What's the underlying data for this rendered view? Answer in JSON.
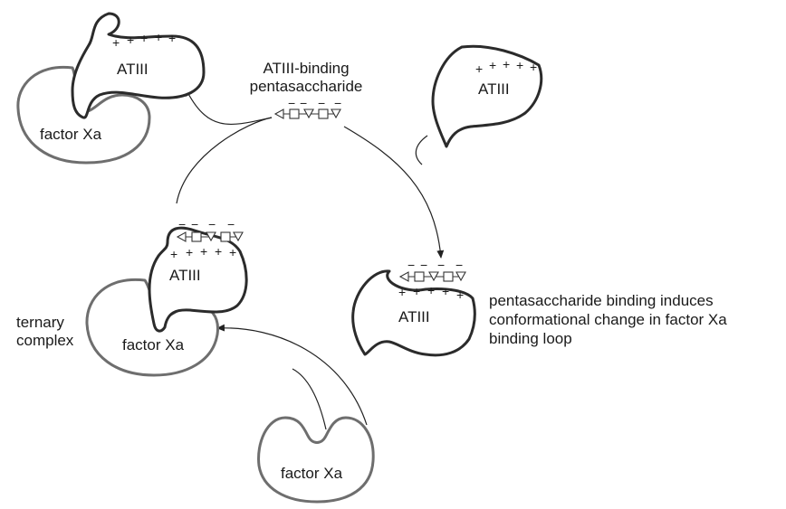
{
  "labels": {
    "atiii_free": "ATIII",
    "pentasaccharide_line1": "ATIII-binding",
    "pentasaccharide_line2": "pentasaccharide",
    "atiii_bound": "ATIII",
    "induces_line1": "pentasaccharide binding induces",
    "induces_line2": "conformational change in factor Xa",
    "induces_line3": "binding loop",
    "factor_xa_free": "factor Xa",
    "ternary_line1": "ternary",
    "ternary_line2": "complex",
    "atiii_ternary": "ATIII",
    "factor_xa_ternary": "factor Xa",
    "atiii_released": "ATIII",
    "factor_xa_released": "factor Xa"
  },
  "symbols": {
    "plus": "+",
    "minus": "−"
  },
  "colors": {
    "atiii_outline": "#2b2b2b",
    "factor_xa_outline": "#6e6e6e",
    "arrows": "#222222"
  }
}
